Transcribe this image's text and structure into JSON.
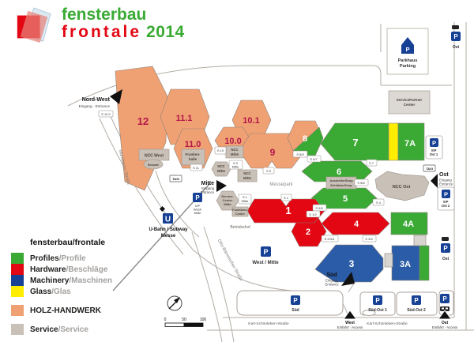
{
  "header": {
    "brand_line1": "fensterbau",
    "brand_line2": "frontale",
    "year": "2014"
  },
  "colors": {
    "brand_green": "#3aaa35",
    "brand_red": "#e30613",
    "profiles": "#3aaa35",
    "hardware": "#e30613",
    "machinery": "#164194",
    "machinery_hall": "#2a5ca8",
    "glass": "#ffed00",
    "holz": "#f0a173",
    "holz_number": "#b2164a",
    "service": "#c9c0b8",
    "service_light": "#dcd8d4",
    "parking_blue": "#164194",
    "road": "#b3aca5"
  },
  "legend": {
    "title": "fensterbau/frontale",
    "profiles_en": "Profiles",
    "profiles_de": "/Profile",
    "hardware_en": "Hardware",
    "hardware_de": "/Beschläge",
    "machinery_en": "Machinery",
    "machinery_de": "/Maschinen",
    "glass_en": "Glass",
    "glass_de": "/Glas",
    "holz": "HOLZ-HANDWERK",
    "service_en": "Service",
    "service_de": "/Service"
  },
  "halls": {
    "h12": "12",
    "h11_1": "11.1",
    "h11_0": "11.0",
    "h10_1": "10.1",
    "h10_0": "10.0",
    "h9": "9",
    "h8": "8",
    "h7": "7",
    "h7a": "7A",
    "h6": "6",
    "h5": "5",
    "h4": "4",
    "h4a": "4A",
    "h3": "3",
    "h3a": "3A",
    "h2": "2",
    "h1": "1"
  },
  "buildings": {
    "ncc_west": "NCC West",
    "rotunde": "Rotunde",
    "frankenhalle_l1": "Franken-",
    "frankenhalle_l2": "halle",
    "ncc_l1": "NCC",
    "ncc_l2": "Mitte",
    "service_center_l1": "Service-",
    "service_center_l2": "Center",
    "service_center_l3": "Mitte",
    "funktions_l1": "Funktions-",
    "funktions_l2": "Center",
    "shop_l1": "AusstellerShop",
    "shop_l2": "ExhibitorShop",
    "ncc_ost": "NCC Ost",
    "servicepartner_l1": "ServicePartner",
    "servicepartner_l2": "Center",
    "parkhaus_l1": "Parkhaus",
    "parkhaus_l2": "Parking",
    "messepark": "Messepark",
    "betriebshof": "Betriebshof"
  },
  "entrances": {
    "nordwest": "Nord-West",
    "nordwest_sub": "Eingang · Entrance",
    "mitte": "Mitte",
    "sued": "Süd",
    "ost": "Ost",
    "eingang": "Eingang",
    "entrance": "Entrance"
  },
  "parking": {
    "p": "P",
    "vip_west_l1": "VIP",
    "vip_west_l2": "West/",
    "vip_west_l3": "Mitte",
    "west_mitte": "West / Mitte",
    "sued": "Süd",
    "suedost1": "Süd-Ost 1",
    "suedost2": "Süd-Ost 2",
    "ost": "Ost",
    "vip_ost1_l1": "VIP",
    "vip_ost1_l2": "Ost 1",
    "vip_ost2_l1": "VIP",
    "vip_ost2_l2": "Ost 2"
  },
  "transit": {
    "u": "U",
    "u_label_l1": "U-Bahn / Subway",
    "u_label_l2": "Messe",
    "taxi": "TAXI"
  },
  "streets": {
    "muenchener": "Münchener Straße",
    "otto": "Otto-Bärnreuther-Straße",
    "karl": "Karl-Schönleben-Straße"
  },
  "access": {
    "west": "West",
    "ost": "Ost",
    "sub": "Einfahrt · Access"
  },
  "gates": {
    "s12_0": "S 12.0",
    "s11": "S 11",
    "s10": "S 10",
    "s9m_l1": "S 9",
    "s9m_l2": "Mitte",
    "s9": "S 9",
    "s89": "S 8/9",
    "s67": "S 6/7",
    "s7": "S 7",
    "s56": "S 5/6",
    "s45": "S 4/5",
    "s12": "S 1/2",
    "s1": "S 1",
    "s1m_l1": "S 1",
    "s1m_l2": "Mitte",
    "s234": "S 2/3/4",
    "s34": "S 3/4",
    "s4": "S 4"
  },
  "scale": {
    "t0": "0",
    "t50": "50",
    "t100": "100"
  }
}
